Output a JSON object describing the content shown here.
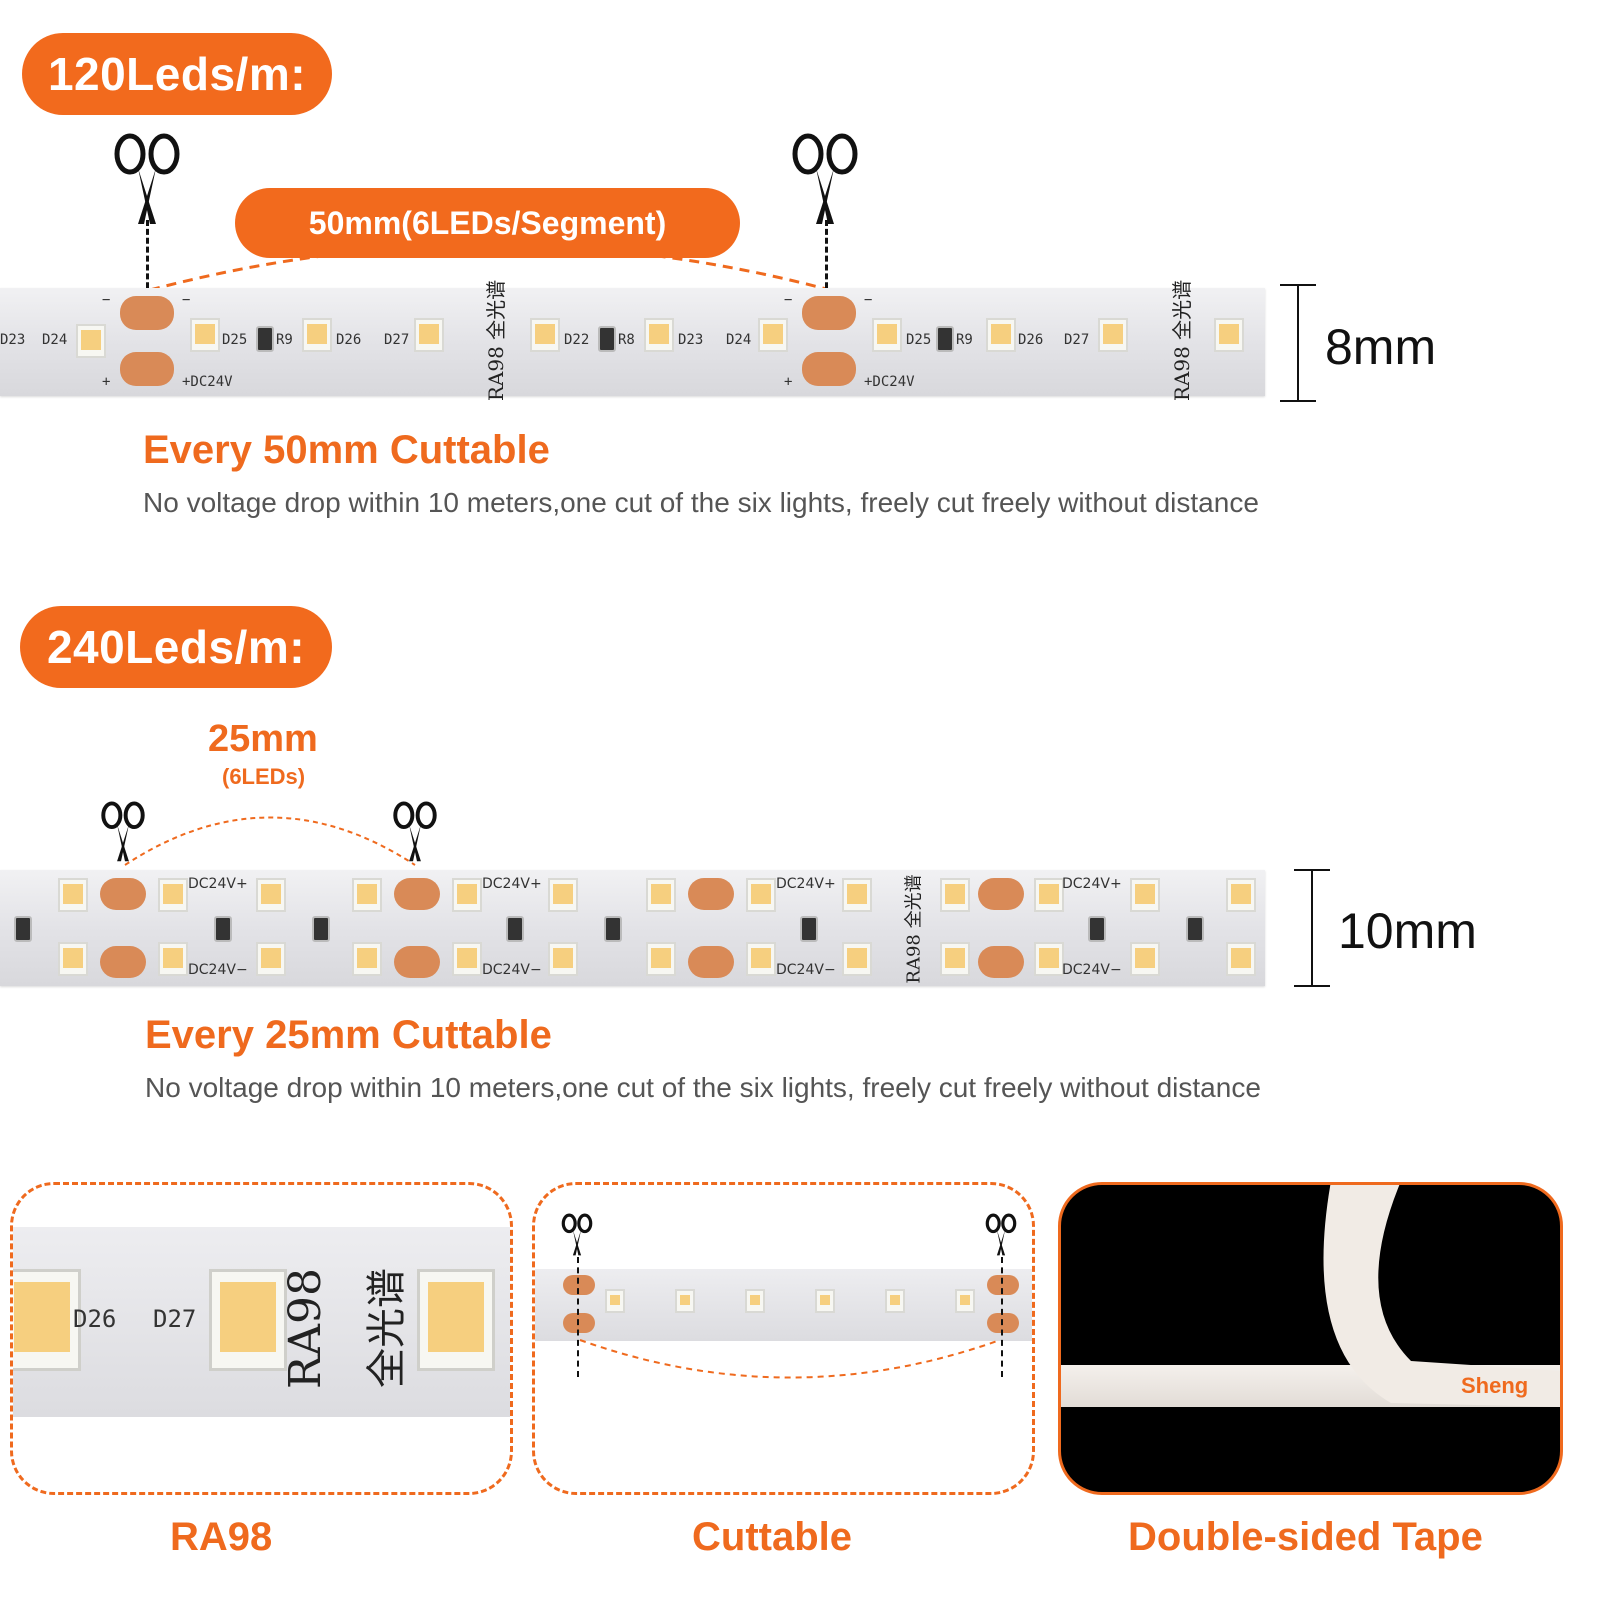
{
  "section120": {
    "title": "120Leds/m:",
    "segment_label": "50mm(6LEDs/Segment)",
    "width_label": "8mm",
    "heading": "Every 50mm Cuttable",
    "description": "No voltage drop within 10 meters,one cut of the six lights, freely cut freely without distance",
    "silk": {
      "d23": "D23",
      "d24": "D24",
      "d25": "D25",
      "r9": "R9",
      "d26": "D26",
      "d27": "D27",
      "d22": "D22",
      "r8": "R8",
      "dc24": "+DC24V",
      "minus": "−",
      "plus": "+",
      "ra98": "RA98 全光谱"
    }
  },
  "section240": {
    "title": "240Leds/m:",
    "segment_label": "25mm",
    "segment_sub": "(6LEDs)",
    "width_label": "10mm",
    "heading": "Every 25mm Cuttable",
    "description": "No voltage drop within 10 meters,one cut of the six lights, freely cut freely without distance",
    "silk": {
      "dcplus": "DC24V+",
      "dcminus": "DC24V−",
      "ra98": "RA98 全光谱"
    }
  },
  "features": [
    {
      "label": "RA98",
      "zoom_text": {
        "d26": "D26",
        "d27": "D27",
        "ra98": "RA98",
        "cn": "全光谱"
      }
    },
    {
      "label": "Cuttable"
    },
    {
      "label": "Double-sided Tape",
      "tape_text": "Sheng"
    }
  ],
  "colors": {
    "accent": "#f26a1d",
    "strip": "#e6e6ea",
    "led": "#f6cf7f",
    "pad": "#d98a57"
  },
  "icons": [
    "scissors-icon",
    "dimension-bracket-icon"
  ]
}
